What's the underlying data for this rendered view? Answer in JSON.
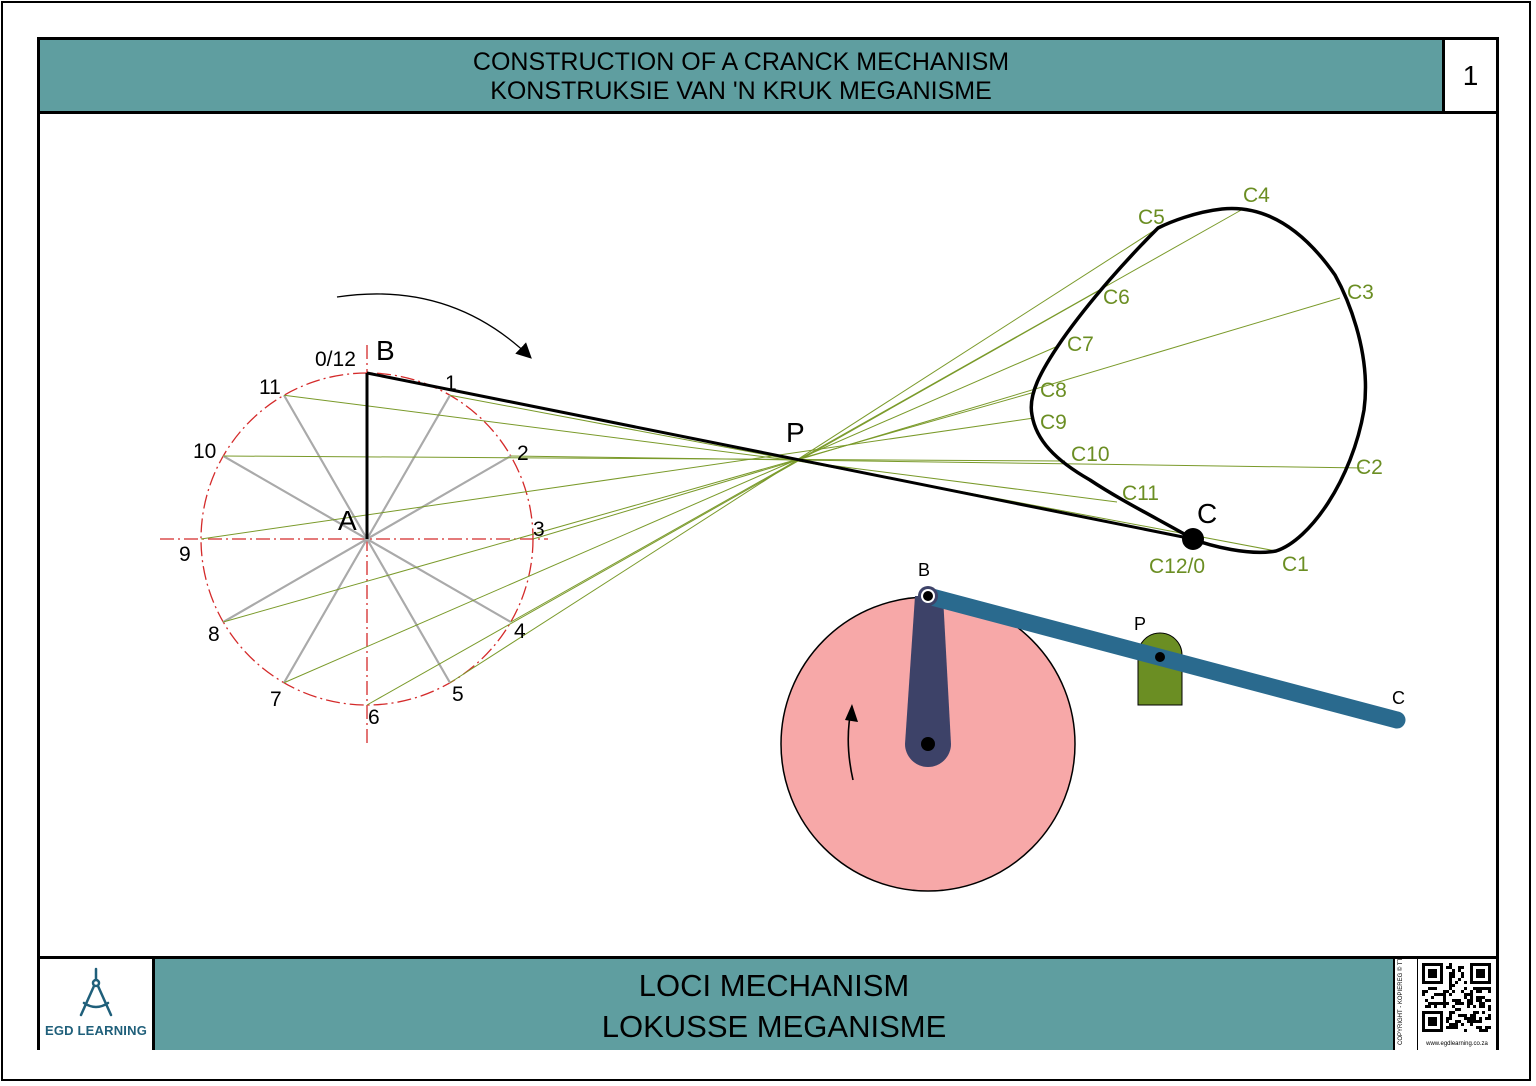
{
  "header": {
    "title_line1": "CONSTRUCTION OF A CRANCK MECHANISM",
    "title_line2": "KONSTRUKSIE VAN 'N KRUK MEGANISME",
    "sheet_number": "1"
  },
  "construction": {
    "point_labels": {
      "A": "A",
      "B": "B",
      "P": "P",
      "C": "C"
    },
    "circle_divisions": [
      "0/12",
      "1",
      "2",
      "3",
      "4",
      "5",
      "6",
      "7",
      "8",
      "9",
      "10",
      "11"
    ],
    "locus_points": [
      "C12/0",
      "C1",
      "C2",
      "C3",
      "C4",
      "C5",
      "C6",
      "C7",
      "C8",
      "C9",
      "C10",
      "C11"
    ]
  },
  "mechanism": {
    "labels": {
      "B": "B",
      "P": "P",
      "C": "C"
    }
  },
  "footer": {
    "title_line1": "LOCI MECHANISM",
    "title_line2": "LOKUSSE MEGANISME",
    "brand": "EGD LEARNING",
    "copyright": "COPYRIGHT - KOPIEREG © TTS DML",
    "website": "www.egdlearning.co.za"
  },
  "colors": {
    "header_bg": "#5f9ea0",
    "construction_line": "#7a9a2a",
    "locus_label": "#6b8e23",
    "circle_dash": "#d42a2a",
    "spoke": "#aaaaaa",
    "wheel": "#f7a8a8",
    "crank": "#3d4268",
    "rod": "#2a6a8e",
    "pivot_block": "#6b8e23"
  }
}
